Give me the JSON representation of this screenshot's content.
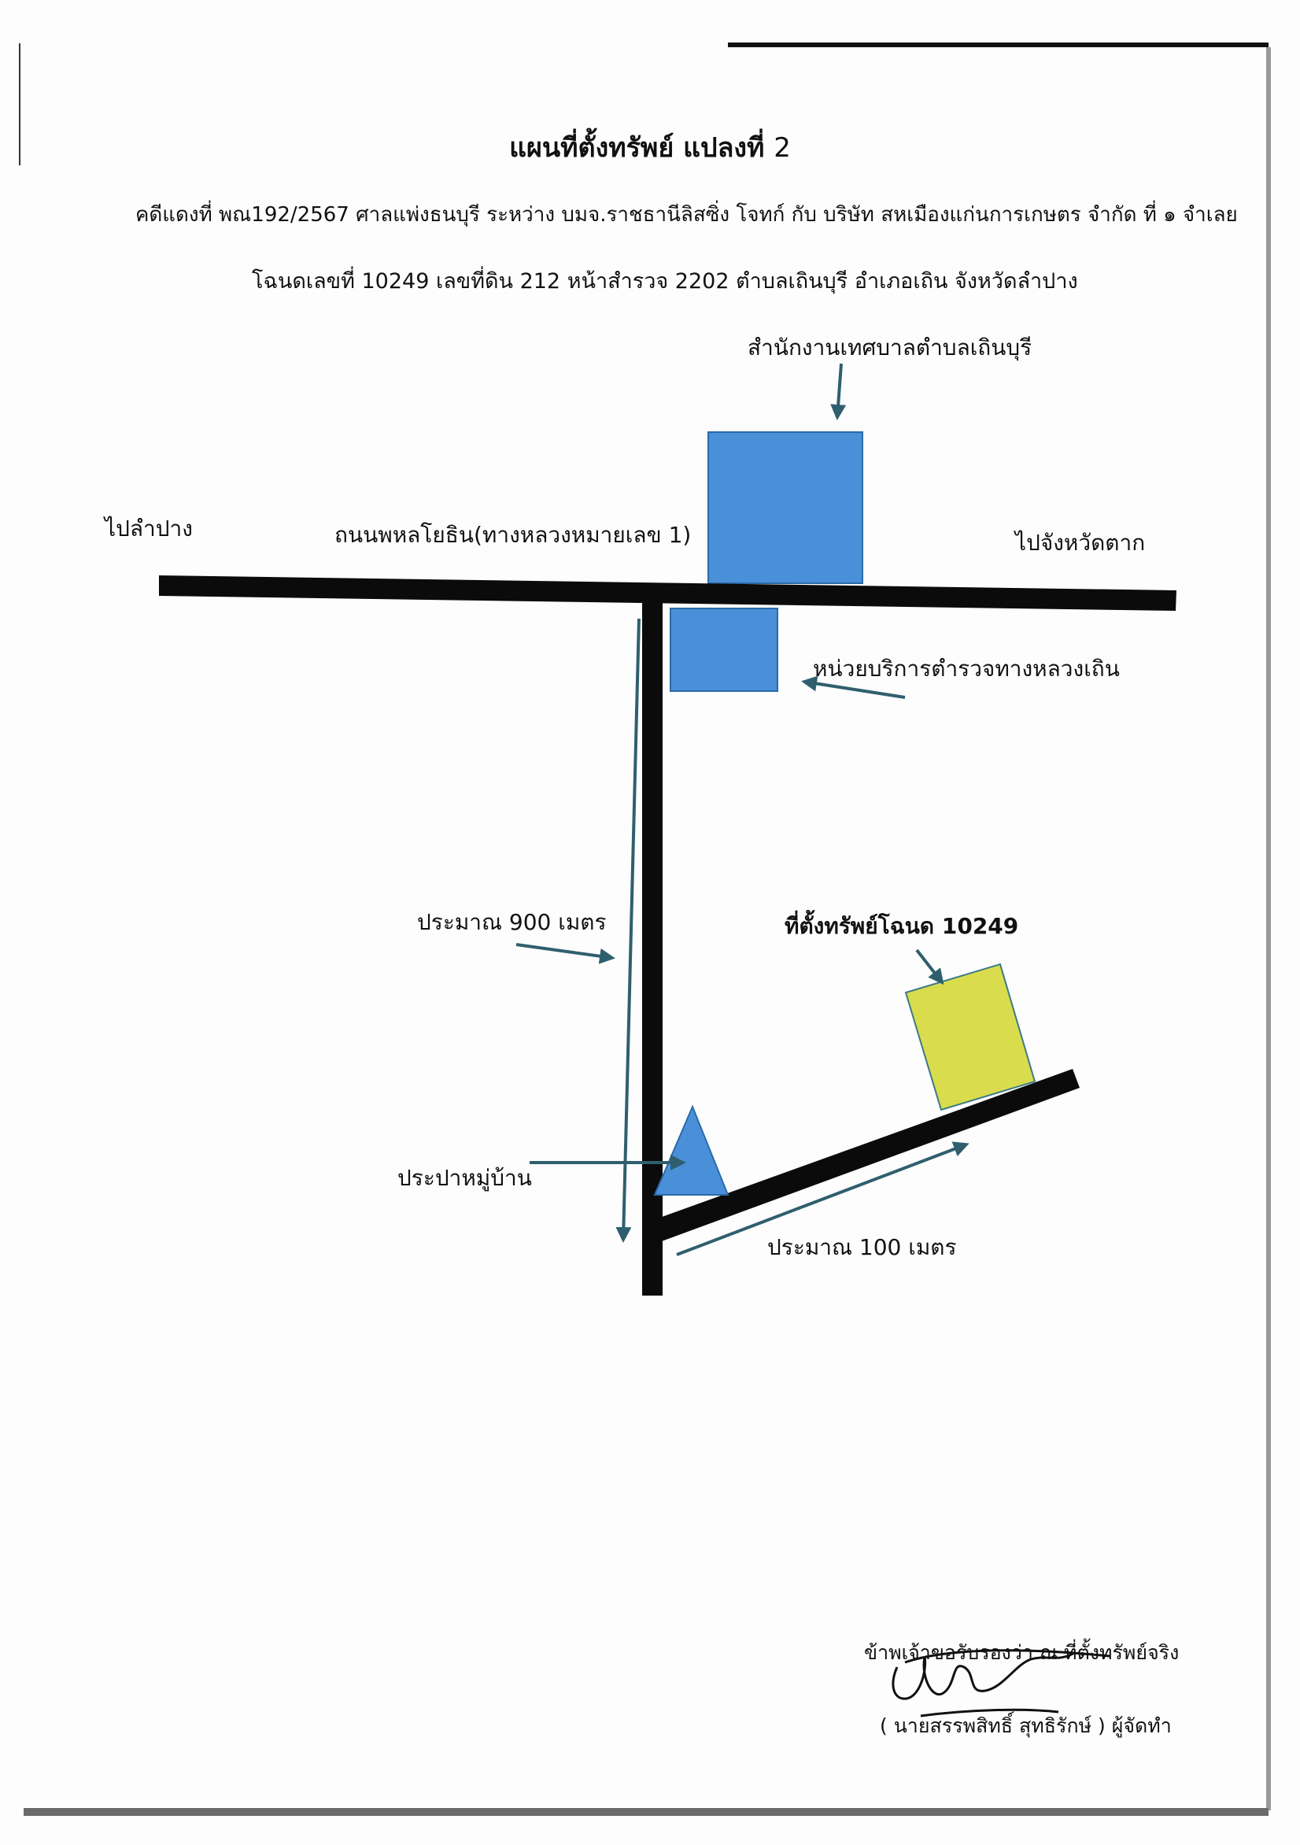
{
  "document": {
    "title_text": "แผนที่ตั้งทรัพย์ แปลงที่",
    "title_number": "2",
    "case_line": "คดีแดงที่ พณ192/2567 ศาลแพ่งธนบุรี ระหว่าง บมจ.ราชธานีลิสซิ่ง โจทก์ กับ  บริษัท สหเมืองแก่นการเกษตร จำกัด ที่ ๑  จำเลย",
    "deed_line": "โฉนดเลขที่ 10249 เลขที่ดิน 212  หน้าสำรวจ 2202 ตำบลเถินบุรี  อำเภอเถิน  จังหวัดลำปาง"
  },
  "map": {
    "label_to_lampang": "ไปลำปาง",
    "label_main_road": "ถนนพหลโยธิน(ทางหลวงหมายเลข 1)",
    "label_to_tak": "ไปจังหวัดตาก",
    "label_municipal_office": "สำนักงานเทศบาลตำบลเถินบุรี",
    "label_highway_police": "หน่วยบริการตำรวจทางหลวงเถิน",
    "label_distance_900": "ประมาณ 900 เมตร",
    "label_property": "ที่ตั้งทรัพย์โฉนด 10249",
    "label_village_water": "ประปาหมู่บ้าน",
    "label_distance_100": "ประมาณ 100 เมตร",
    "colors": {
      "road": "#0b0b0b",
      "building_blue": "#4a90d9",
      "property_yellow": "#d9dc4c",
      "arrow": "#2f5f6e"
    }
  },
  "footer": {
    "certify_text": "ข้าพเจ้าขอรับรองว่า ณ ที่ตั้งทรัพย์จริง",
    "signer_text": "( นายสรรพสิทธิ์  สุทธิรักษ์ ) ผู้จัดทำ"
  }
}
